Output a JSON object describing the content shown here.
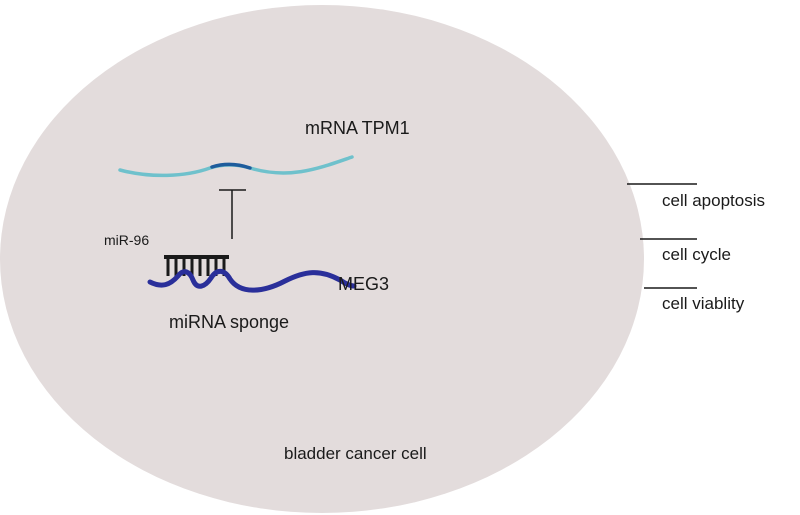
{
  "labels": {
    "mrna": "mRNA TPM1",
    "mirna": "miR-96",
    "lncrna": "MEG3",
    "sponge": "miRNA sponge",
    "cell": "bladder cancer cell"
  },
  "outcomes": [
    "cell apoptosis",
    "cell cycle",
    "cell viablity"
  ],
  "colors": {
    "cell_fill": "#e3dcdc",
    "mrna_strand": "#6fc1cc",
    "mrna_site": "#1e5c9c",
    "lncrna_strand": "#2a2f9a",
    "mirna_comb": "#1a1a1a",
    "inhibition_line": "#1a1a1a",
    "outcome_line": "#1a1a1a"
  }
}
